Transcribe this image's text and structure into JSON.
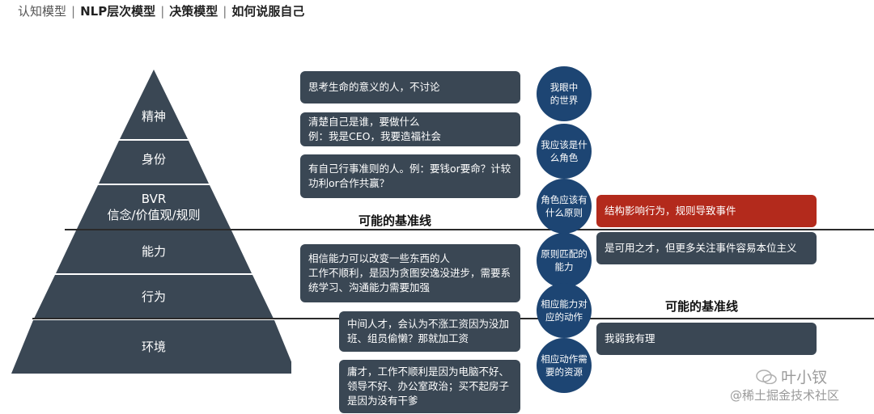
{
  "header": {
    "items": [
      "认知模型",
      "NLP层次模型",
      "决策模型",
      "如何说服自己"
    ],
    "sep_first": "|",
    "sep": "|"
  },
  "pyramid": {
    "tiers": [
      {
        "label": "精神"
      },
      {
        "label": "身份"
      },
      {
        "label": "BVR",
        "label2": "信念/价值观/规则"
      },
      {
        "label": "能力"
      },
      {
        "label": "行为"
      },
      {
        "label": "环境"
      }
    ],
    "fill": "#3a4754"
  },
  "boxes": [
    {
      "lines": [
        "思考生命的意义的人，不讨论"
      ]
    },
    {
      "lines": [
        "清楚自己是谁，要做什么",
        "例：我是CEO，我要造福社会"
      ]
    },
    {
      "lines": [
        "有自己行事准则的人。例：要钱or要命？计较",
        "功利or合作共赢？"
      ]
    },
    {
      "lines": [
        "相信能力可以改变一些东西的人",
        "工作不顺利，是因为贪图安逸没进步，需要系",
        "统学习、沟通能力需要加强"
      ]
    },
    {
      "lines": [
        "中间人才，会认为不涨工资因为没加",
        "班、组员偷懒？那就加工资"
      ]
    },
    {
      "lines": [
        "庸才，工作不顺利是因为电脑不好、",
        "领导不好、办公室政治；买不起房子",
        "是因为没有干爹"
      ]
    }
  ],
  "circles": [
    {
      "lines": [
        "我眼中",
        "的世界"
      ]
    },
    {
      "lines": [
        "我应该是什",
        "么角色"
      ]
    },
    {
      "lines": [
        "角色应该有",
        "什么原则"
      ]
    },
    {
      "lines": [
        "原则匹配的",
        "能力"
      ]
    },
    {
      "lines": [
        "相应能力对",
        "应的动作"
      ]
    },
    {
      "lines": [
        "相应动作需",
        "要的资源"
      ]
    }
  ],
  "right_boxes": [
    {
      "text": "结构影响行为，规则导致事件",
      "highlight": true
    },
    {
      "text": "是可用之才，但更多关注事件容易本位主义",
      "highlight": false
    },
    {
      "text": "我弱我有理",
      "highlight": false
    }
  ],
  "baselines": [
    "可能的基准线",
    "可能的基准线"
  ],
  "watermark": {
    "line1": "叶小钗",
    "line2": "@稀土掘金技术社区"
  },
  "colors": {
    "dark": "#3a4754",
    "circle": "#1d4573",
    "highlight": "#b32a1c"
  }
}
